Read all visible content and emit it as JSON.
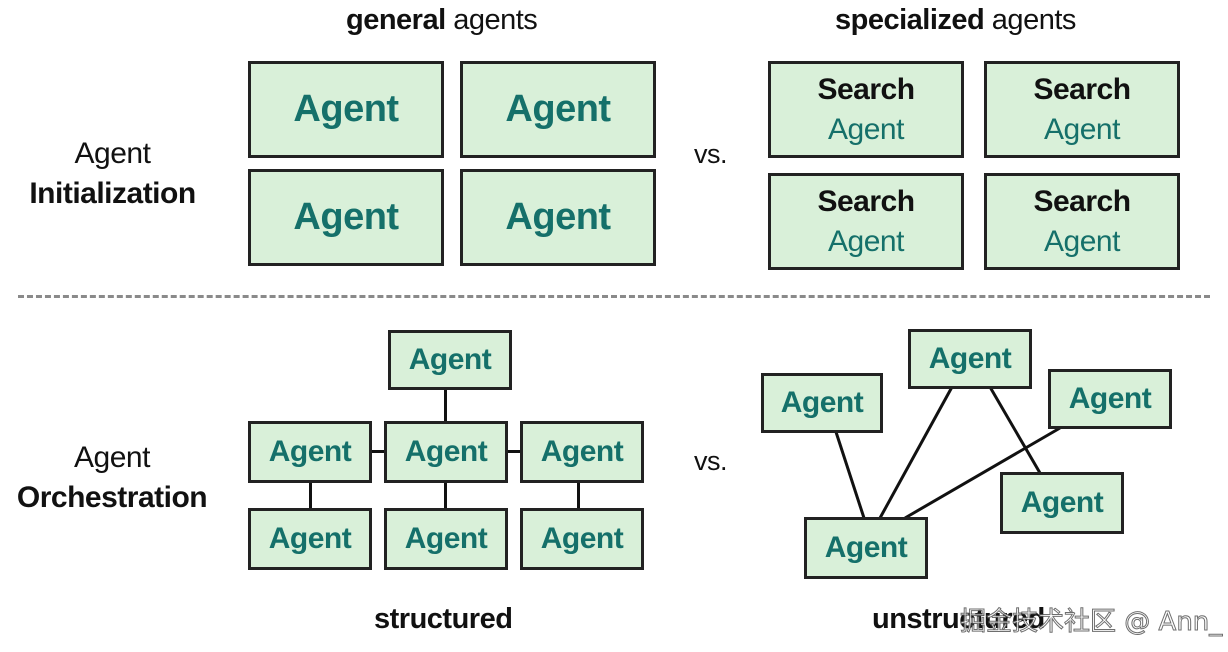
{
  "top": {
    "left_title_bold": "general",
    "left_title_rest": " agents",
    "right_title_bold": "specialized",
    "right_title_rest": " agents",
    "row_label_line1": "Agent",
    "row_label_line2": "Initialization",
    "vs": "vs.",
    "general_boxes": [
      "Agent",
      "Agent",
      "Agent",
      "Agent"
    ],
    "specialized_boxes": [
      {
        "role": "Search",
        "name": "Agent"
      },
      {
        "role": "Search",
        "name": "Agent"
      },
      {
        "role": "Search",
        "name": "Agent"
      },
      {
        "role": "Search",
        "name": "Agent"
      }
    ]
  },
  "bottom": {
    "row_label_line1": "Agent",
    "row_label_line2": "Orchestration",
    "vs": "vs.",
    "structured_label": "structured",
    "unstructured_label": "unstructured",
    "structured_boxes": [
      "Agent",
      "Agent",
      "Agent",
      "Agent",
      "Agent",
      "Agent",
      "Agent"
    ],
    "unstructured_boxes": [
      "Agent",
      "Agent",
      "Agent",
      "Agent",
      "Agent"
    ]
  },
  "watermark": "掘金技术社区 @ Ann_",
  "colors": {
    "box_fill": "#d9f0d9",
    "box_border": "#222222",
    "agent_text": "#15706a",
    "divider": "#8a8a8a"
  }
}
